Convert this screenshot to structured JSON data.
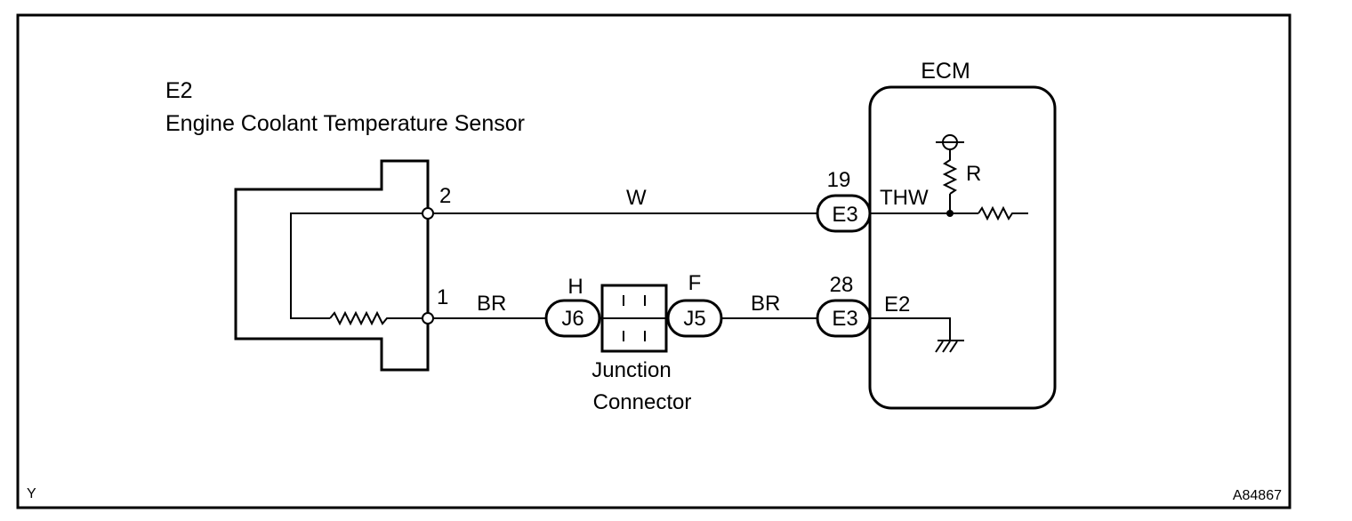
{
  "sensor": {
    "code": "E2",
    "name": "Engine Coolant Temperature Sensor",
    "pin_top": "2",
    "pin_bottom": "1"
  },
  "wires": {
    "top_color": "W",
    "bottom_left_color": "BR",
    "bottom_right_color": "BR"
  },
  "junction": {
    "left_terminal": "H",
    "left_connector": "J6",
    "right_terminal": "F",
    "right_connector": "J5",
    "label_line1": "Junction",
    "label_line2": "Connector"
  },
  "ecm": {
    "title": "ECM",
    "top_pin": "19",
    "top_connector": "E3",
    "top_signal": "THW",
    "resistor_label": "R",
    "bottom_pin": "28",
    "bottom_connector": "E3",
    "bottom_signal": "E2"
  },
  "footer": {
    "left_code": "Y",
    "figure_id": "A84867"
  }
}
